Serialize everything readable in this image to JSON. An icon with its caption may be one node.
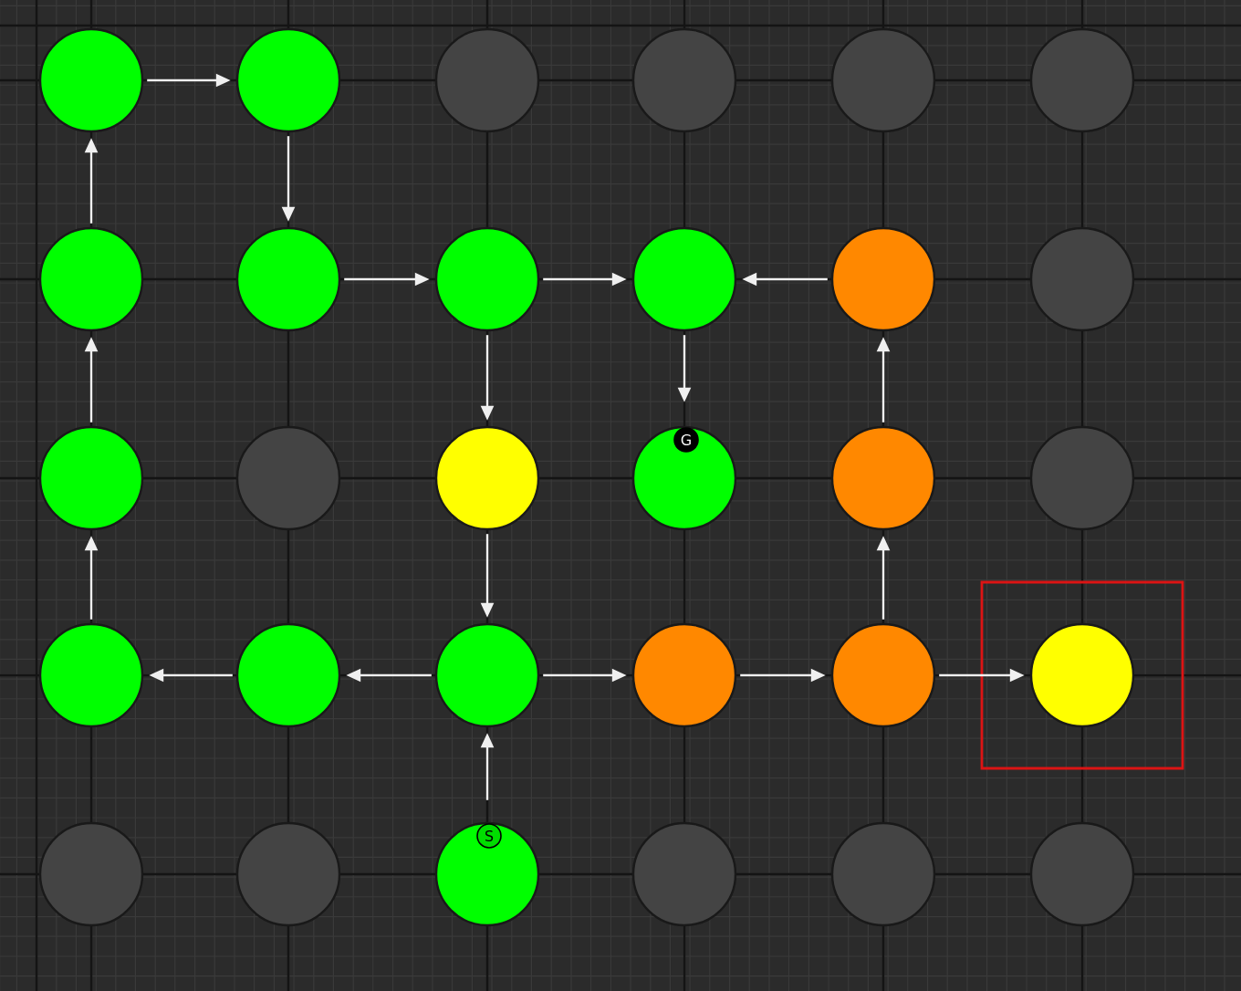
{
  "diagram": {
    "nodes": [
      {
        "text": [],
        "shape": "box"
      },
      {
        "text": [],
        "shape": "circle"
      },
      {
        "text": [],
        "shape": "circle"
      },
      {
        "text": [],
        "shape": "circle"
      },
      {
        "text": [],
        "shape": "circle"
      },
      {
        "text": [],
        "shape": "circle"
      },
      {
        "text": [],
        "shape": "circle"
      },
      {
        "text": [],
        "shape": "circle"
      },
      {
        "text": [],
        "shape": "circle"
      },
      {
        "text": [],
        "shape": "circle"
      },
      {
        "text": [],
        "shape": "circle"
      },
      {
        "text": [],
        "shape": "circle"
      },
      {
        "text": [],
        "shape": "circle"
      },
      {
        "text": [],
        "shape": "circle"
      },
      {
        "text": [],
        "shape": "circle"
      },
      {
        "text": [],
        "shape": "circle"
      },
      {
        "text": [
          "G"
        ]
      },
      {
        "text": [],
        "shape": "circle"
      },
      {
        "text": [],
        "shape": "circle"
      },
      {
        "text": [],
        "shape": "circle"
      },
      {
        "text": [],
        "shape": "circle"
      },
      {
        "text": [],
        "shape": "circle"
      },
      {
        "text": [],
        "shape": "circle"
      },
      {
        "text": [],
        "shape": "circle"
      },
      {
        "text": [],
        "shape": "circle",
        "in": 0
      },
      {
        "text": [],
        "shape": "circle"
      },
      {
        "text": [],
        "shape": "circle"
      },
      {
        "text": [
          "S"
        ]
      },
      {
        "text": [],
        "shape": "circle"
      },
      {
        "text": [],
        "shape": "circle"
      },
      {
        "text": [],
        "shape": "circle"
      }
    ],
    "edges": [
      {
        "from": 21,
        "to": 20,
        "arrow": "to"
      },
      {
        "from": 20,
        "to": 19,
        "arrow": "to"
      },
      {
        "from": 19,
        "to": 13,
        "arrow": "to"
      },
      {
        "from": 13,
        "to": 7,
        "arrow": "to"
      },
      {
        "from": 7,
        "to": 1,
        "arrow": "to"
      },
      {
        "from": 1,
        "to": 2,
        "arrow": "to"
      },
      {
        "from": 2,
        "to": 8,
        "arrow": "to"
      },
      {
        "from": 8,
        "to": 9,
        "arrow": "to"
      },
      {
        "from": 9,
        "to": 10,
        "arrow": "to"
      },
      {
        "from": 9,
        "to": 15,
        "arrow": "to"
      },
      {
        "from": 15,
        "to": 21,
        "arrow": "to"
      },
      {
        "from": 10,
        "to": 16,
        "arrow": "to"
      },
      {
        "from": 11,
        "to": 10,
        "arrow": "to"
      },
      {
        "from": 17,
        "to": 11,
        "arrow": "to"
      },
      {
        "from": 23,
        "to": 17,
        "arrow": "to"
      },
      {
        "from": 22,
        "to": 23,
        "arrow": "to"
      },
      {
        "from": 21,
        "to": 22,
        "arrow": "to"
      },
      {
        "from": 23,
        "to": 24,
        "arrow": "to"
      },
      {
        "from": 27,
        "to": 21,
        "arrow": "to"
      }
    ]
  }
}
